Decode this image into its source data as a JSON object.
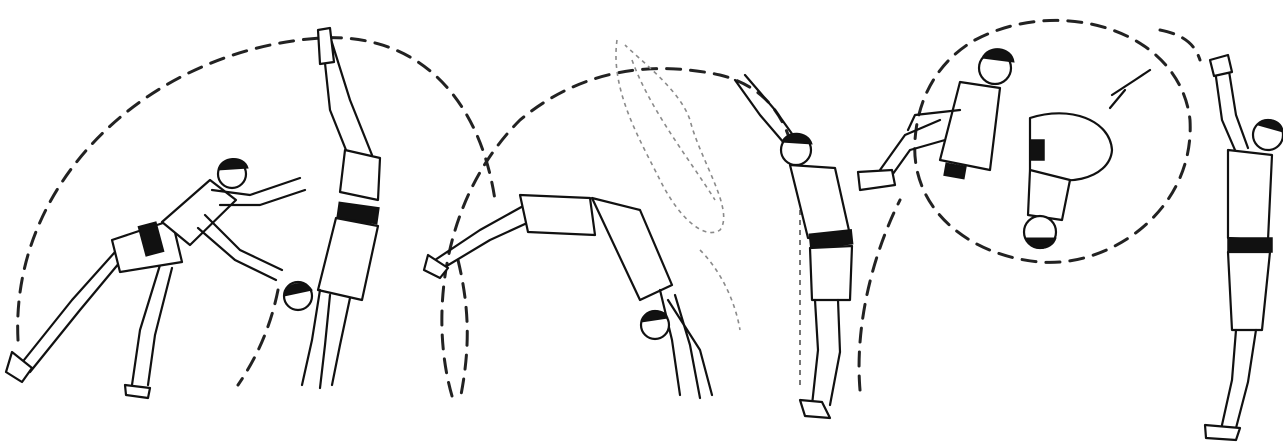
{
  "figure": {
    "subject": "",
    "phases": [
      "run-up-lean",
      "handstand",
      "bridge-backbend",
      "upright-arms-raised",
      "tucked-jump",
      "tucked-rotation",
      "landing-arms-raised"
    ],
    "colors": {
      "ink": "#111111",
      "background": "#ffffff",
      "trajectory": "#222222",
      "ghost": "#8a8a8a"
    }
  }
}
